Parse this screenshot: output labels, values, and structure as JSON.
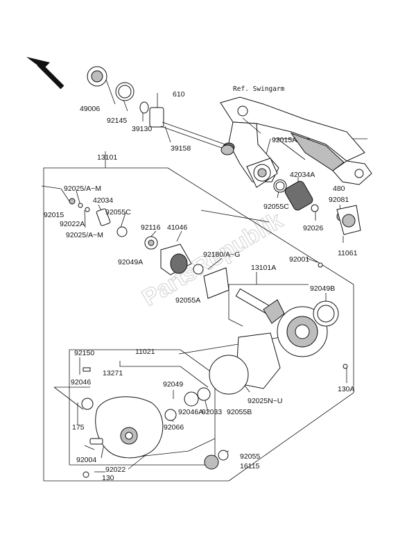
{
  "diagram": {
    "title": "",
    "reference_note": "Ref. Swingarm",
    "watermark": "PartsRepublik",
    "part_numbers": {
      "p49006": "49006",
      "p92145": "92145",
      "p610": "610",
      "p39130": "39130",
      "p39158": "39158",
      "p92015A": "92015A",
      "p13101": "13101",
      "p42034A": "42034A",
      "p92025AM_top": "92025/A~M",
      "p480": "480",
      "p42034": "42034",
      "p92081": "92081",
      "p92015": "92015",
      "p92055C_left": "92055C",
      "p92055C_right": "92055C",
      "p92026": "92026",
      "p92022A": "92022A",
      "p92116": "92116",
      "p41046": "41046",
      "p92025AM_bottom": "92025/A~M",
      "p11061": "11061",
      "p92049A": "92049A",
      "p92180AG": "92180/A~G",
      "p13101A": "13101A",
      "p92001": "92001",
      "p92055A": "92055A",
      "p92049B": "92049B",
      "p11021": "11021",
      "p92150": "92150",
      "p13271": "13271",
      "p92046": "92046",
      "p92049": "92049",
      "p92025NU": "92025N~U",
      "p130A": "130A",
      "p92046A": "92046A",
      "p92033": "92033",
      "p92055B": "92055B",
      "p92066": "92066",
      "p175": "175",
      "p92004": "92004",
      "p92055": "92055",
      "p16115": "16115",
      "p92022": "92022",
      "p130": "130"
    }
  }
}
